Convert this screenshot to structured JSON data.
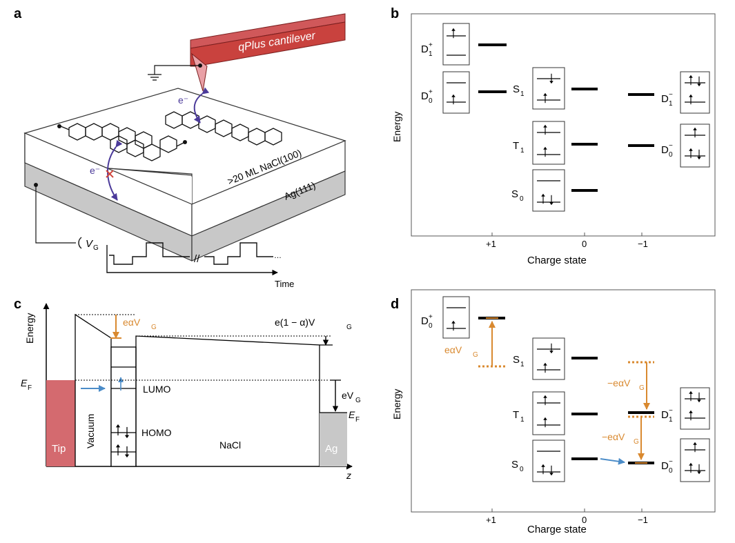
{
  "colors": {
    "cantilever": "#c9423e",
    "tip_fill": "#e9a0a6",
    "ag_fill": "#c8c8c8",
    "orange": "#d9892f",
    "blue": "#4b8cc8",
    "purple": "#4b3a9a",
    "cross": "#d0453c"
  },
  "panel_a": {
    "letter": "a",
    "cantilever_label": "qPlus cantilever",
    "electron": "e⁻",
    "electron2": "e⁻",
    "nacl_label": ">20 ML NaCl(100)",
    "ag_label": "Ag(111)",
    "vg_label": "V",
    "vg_sub": "G",
    "time_label": "Time"
  },
  "panel_b": {
    "letter": "b",
    "y_label": "Energy",
    "x_label": "Charge state",
    "ticks": [
      "+1",
      "0",
      "−1"
    ],
    "states": {
      "D1p": "D",
      "D1p_sub": "1",
      "D1p_sup": "+",
      "D0p": "D",
      "D0p_sub": "0",
      "D0p_sup": "+",
      "S1": "S",
      "S1_sub": "1",
      "T1": "T",
      "T1_sub": "1",
      "S0": "S",
      "S0_sub": "0",
      "D1m": "D",
      "D1m_sub": "1",
      "D1m_sup": "−",
      "D0m": "D",
      "D0m_sub": "0",
      "D0m_sup": "−"
    }
  },
  "panel_c": {
    "letter": "c",
    "y_label": "Energy",
    "ef_left": "E",
    "ef_left_sub": "F",
    "ef_right": "E",
    "ef_right_sub": "F",
    "tip": "Tip",
    "vacuum": "Vacuum",
    "lumo": "LUMO",
    "homo": "HOMO",
    "nacl": "NaCl",
    "ag": "Ag",
    "z": "z",
    "e_alpha_vg": "eαV",
    "e_alpha_vg_sub": "G",
    "e_one_minus_alpha": "e(1 − α)V",
    "e_one_minus_alpha_sub": "G",
    "e_vg": "eV",
    "e_vg_sub": "G"
  },
  "panel_d": {
    "letter": "d",
    "y_label": "Energy",
    "x_label": "Charge state",
    "ticks": [
      "+1",
      "0",
      "−1"
    ],
    "e_alpha_vg": "eαV",
    "e_alpha_vg_sub": "G",
    "neg_e_alpha_vg_1": "−eαV",
    "neg_e_alpha_vg_1_sub": "G",
    "neg_e_alpha_vg_2": "−eαV",
    "neg_e_alpha_vg_2_sub": "G",
    "states": {
      "D0p": "D",
      "D0p_sub": "0",
      "D0p_sup": "+",
      "S1": "S",
      "S1_sub": "1",
      "T1": "T",
      "T1_sub": "1",
      "S0": "S",
      "S0_sub": "0",
      "D1m": "D",
      "D1m_sub": "1",
      "D1m_sup": "−",
      "D0m": "D",
      "D0m_sub": "0",
      "D0m_sup": "−"
    }
  }
}
